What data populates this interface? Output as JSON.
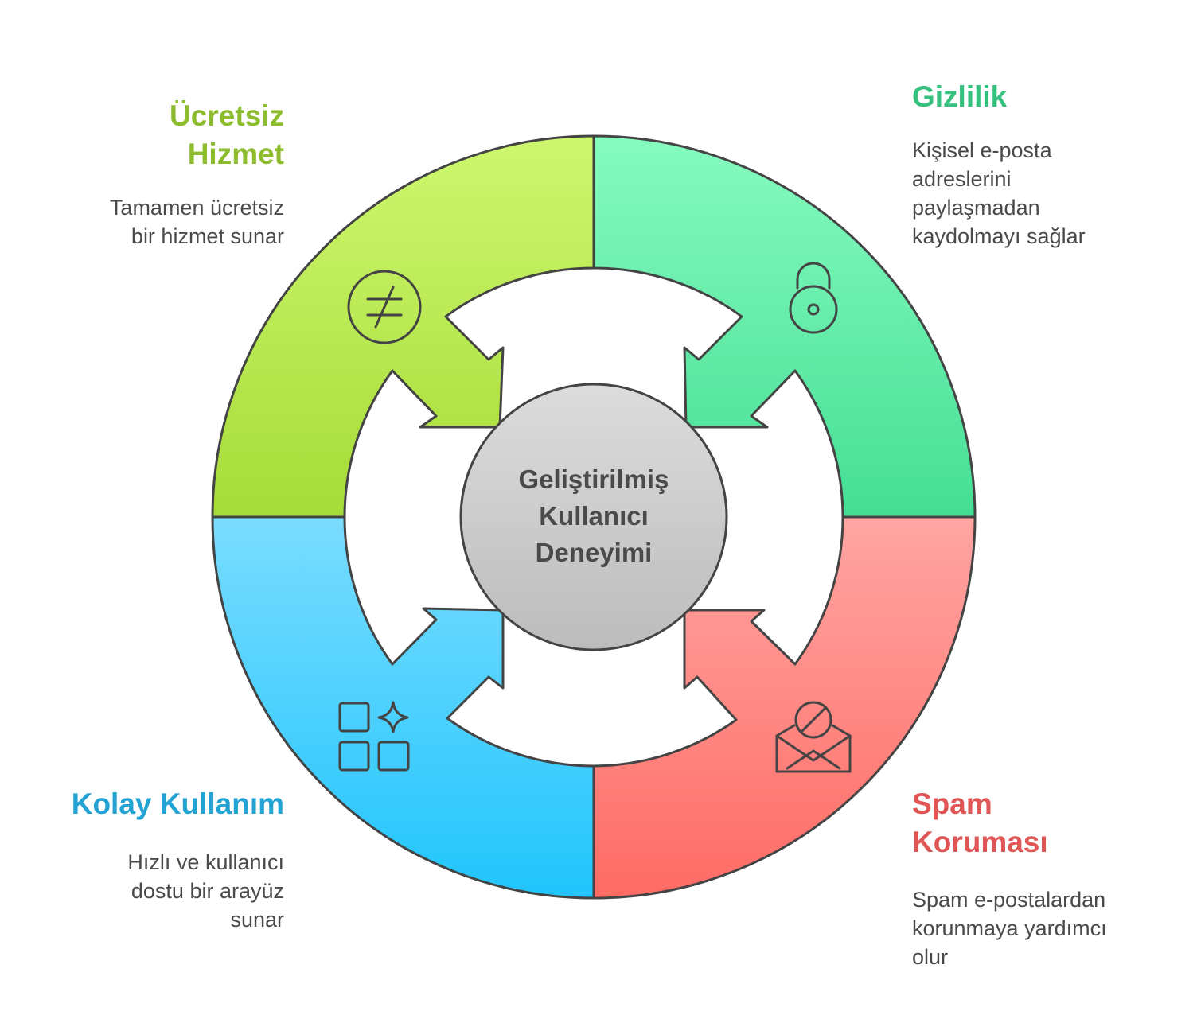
{
  "center": {
    "lines": [
      "Geliştirilmiş",
      "Kullanıcı",
      "Deneyimi"
    ]
  },
  "sections": [
    {
      "key": "free",
      "title_lines": [
        "Ücretsiz",
        "Hizmet"
      ],
      "desc_lines": [
        "Tamamen ücretsiz",
        "bir hizmet sunar"
      ],
      "color": "#8dbd2f",
      "fill_top": "#cef76f",
      "fill_bottom": "#a6dc38",
      "icon": "not-equal-icon"
    },
    {
      "key": "privacy",
      "title_lines": [
        "Gizlilik"
      ],
      "desc_lines": [
        "Kişisel e-posta",
        "adreslerini",
        "paylaşmadan",
        "kaydolmayı sağlar"
      ],
      "color": "#36c07e",
      "fill_top": "#86fbc0",
      "fill_bottom": "#45de94",
      "icon": "padlock-icon"
    },
    {
      "key": "ease",
      "title_lines": [
        "Kolay Kullanım"
      ],
      "desc_lines": [
        "Hızlı ve kullanıcı",
        "dostu bir arayüz",
        "sunar"
      ],
      "color": "#23a3d4",
      "fill_top": "#7adcff",
      "fill_bottom": "#20c5fc",
      "icon": "apps-sparkle-icon"
    },
    {
      "key": "spam",
      "title_lines": [
        "Spam",
        "Koruması"
      ],
      "desc_lines": [
        "Spam e-postalardan",
        "korunmaya yardımcı",
        "olur"
      ],
      "color": "#e05555",
      "fill_top": "#ffa6a3",
      "fill_bottom": "#ff6b65",
      "icon": "blocked-mail-icon"
    }
  ]
}
